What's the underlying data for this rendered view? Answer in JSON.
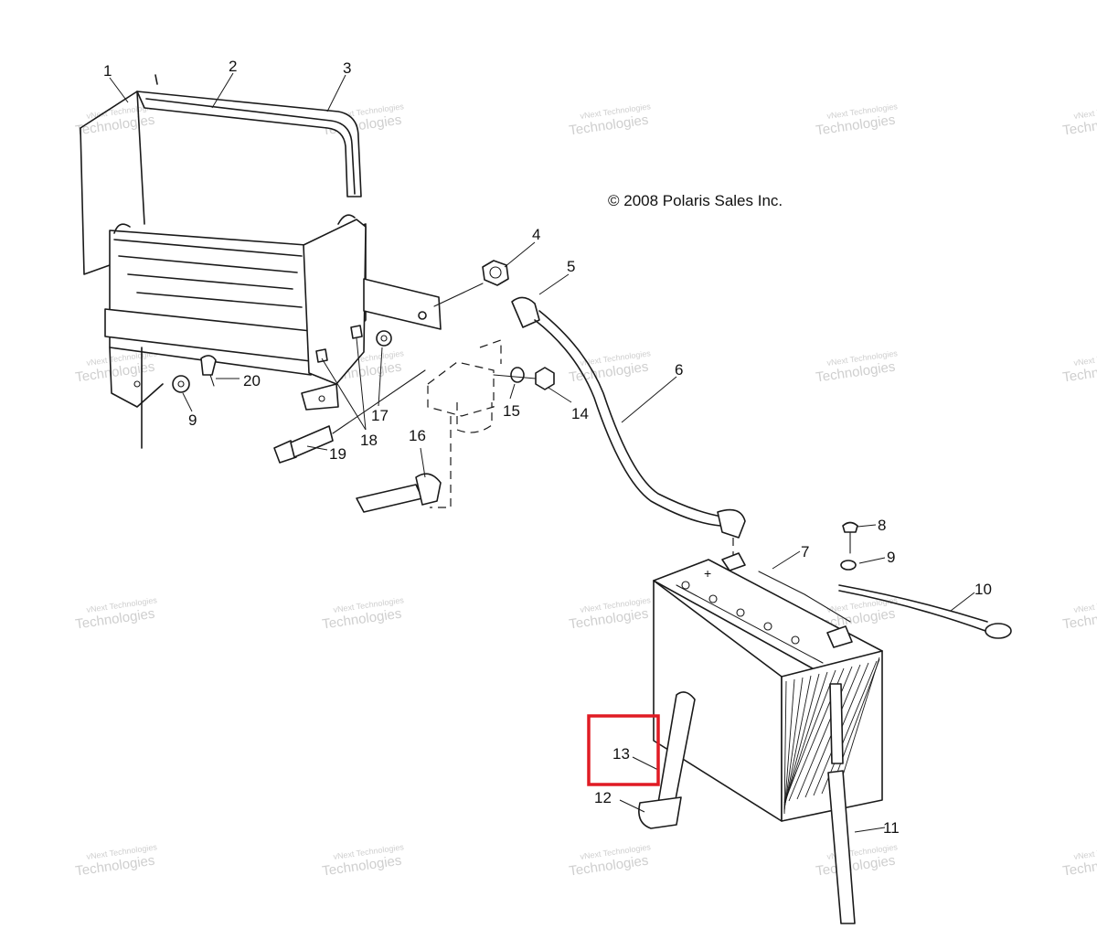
{
  "copyright": "© 2008 Polaris Sales Inc.",
  "watermark": {
    "line1": "vNext Technologies",
    "line2": "Technologies"
  },
  "callouts": {
    "c1": "1",
    "c2": "2",
    "c3": "3",
    "c4": "4",
    "c5": "5",
    "c6": "6",
    "c7": "7",
    "c8": "8",
    "c9a": "9",
    "c9b": "9",
    "c10": "10",
    "c11": "11",
    "c12": "12",
    "c13": "13",
    "c14": "14",
    "c15": "15",
    "c16": "16",
    "c17": "17",
    "c18": "18",
    "c19": "19",
    "c20": "20"
  },
  "highlight": {
    "color": "#e01b24",
    "target": "13"
  }
}
